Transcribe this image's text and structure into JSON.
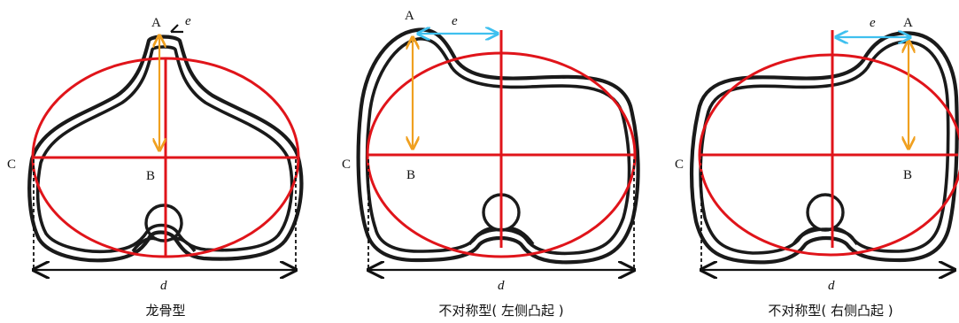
{
  "panels": [
    {
      "caption": "龙骨型",
      "labels": {
        "A": "A",
        "B": "B",
        "C": "C",
        "d": "d",
        "e": "e"
      }
    },
    {
      "caption": "不对称型( 左侧凸起 )",
      "labels": {
        "A": "A",
        "B": "B",
        "C": "C",
        "d": "d",
        "e": "e"
      }
    },
    {
      "caption": "不对称型( 右侧凸起 )",
      "labels": {
        "A": "A",
        "B": "B",
        "C": "C",
        "d": "d",
        "e": "e"
      }
    }
  ],
  "colors": {
    "outline": "#1a1a1a",
    "ellipse_and_axes": "#e0141a",
    "height_arrow": "#f0a020",
    "offset_arrow": "#3fc0ef",
    "width_arrow": "#111111"
  }
}
